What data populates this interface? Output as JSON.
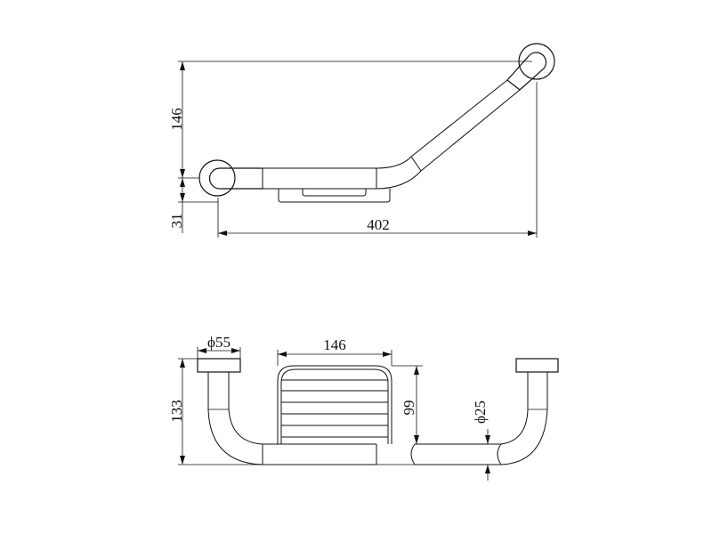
{
  "top_view": {
    "dims": {
      "height": "146",
      "offset": "31",
      "length": "402"
    }
  },
  "front_view": {
    "dims": {
      "flange_diameter": "ϕ55",
      "basket_width": "146",
      "height": "133",
      "basket_height": "99",
      "tube_diameter": "ϕ25"
    }
  }
}
